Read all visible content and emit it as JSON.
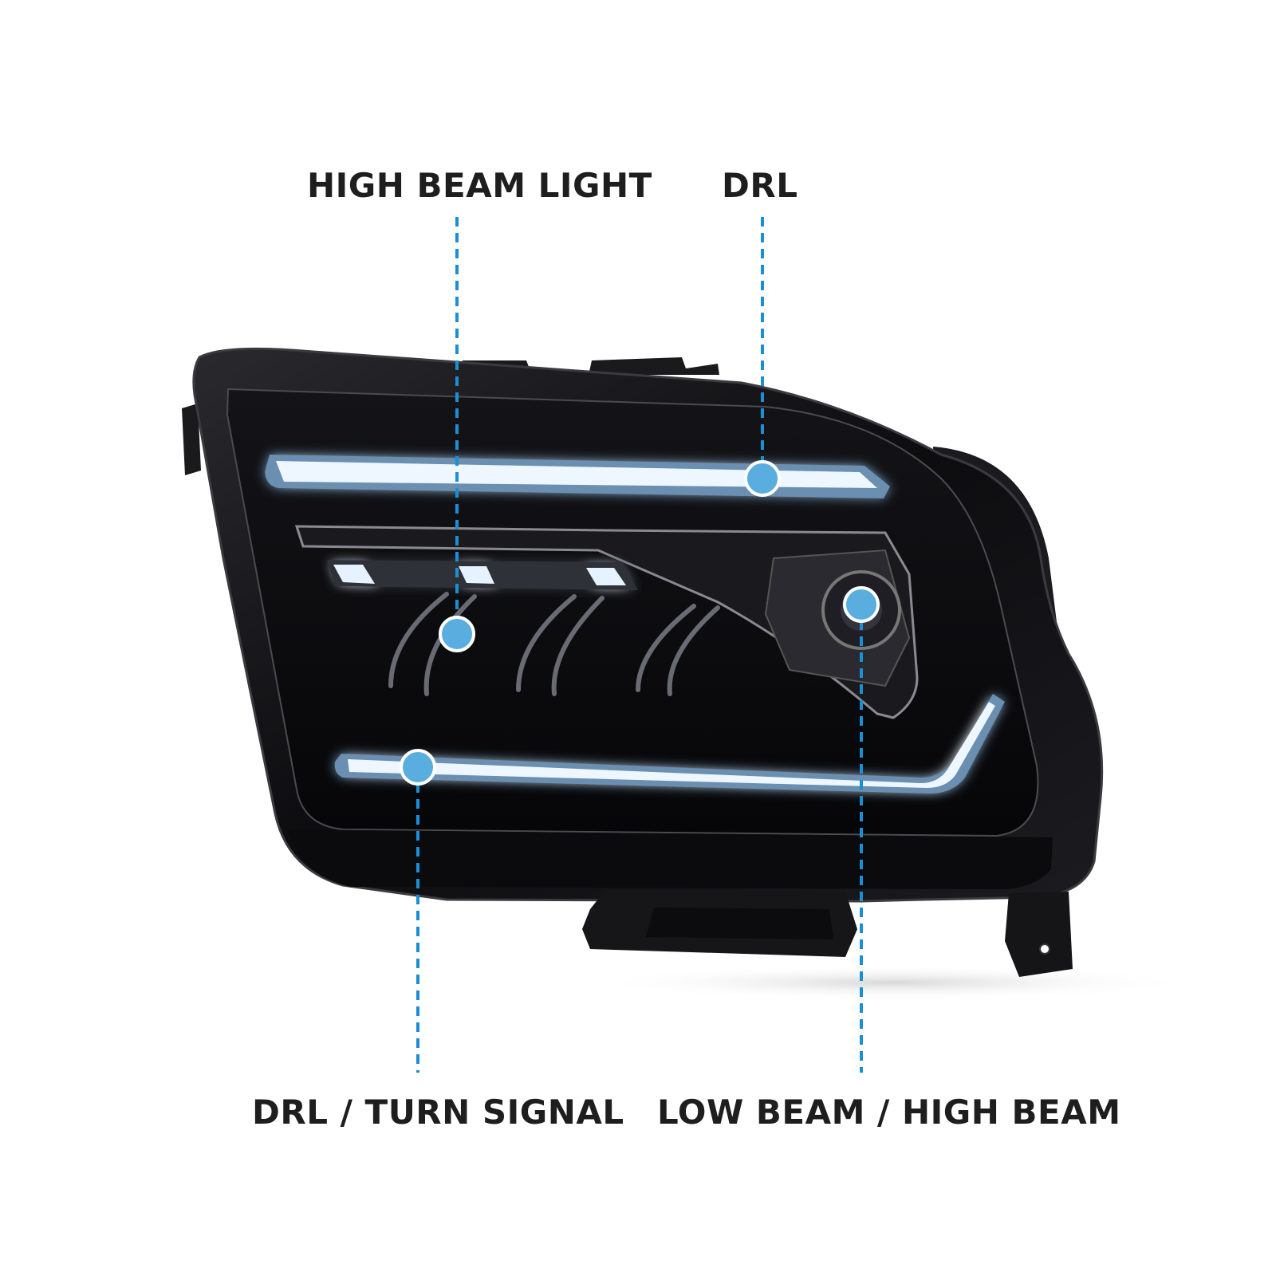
{
  "callouts": {
    "high_beam_light": "HIGH BEAM LIGHT",
    "drl": "DRL",
    "drl_turn_signal": "DRL / TURN SIGNAL",
    "low_high_beam": "LOW BEAM / HIGH BEAM"
  },
  "colors": {
    "background": "#ffffff",
    "label_text": "#1e1e1e",
    "callout_line": "#1a8fd6",
    "marker_fill": "#5aaedf",
    "marker_stroke": "#ffffff",
    "housing": "#111114",
    "led_glow": "#e8f4ff"
  },
  "product": "headlight-assembly"
}
